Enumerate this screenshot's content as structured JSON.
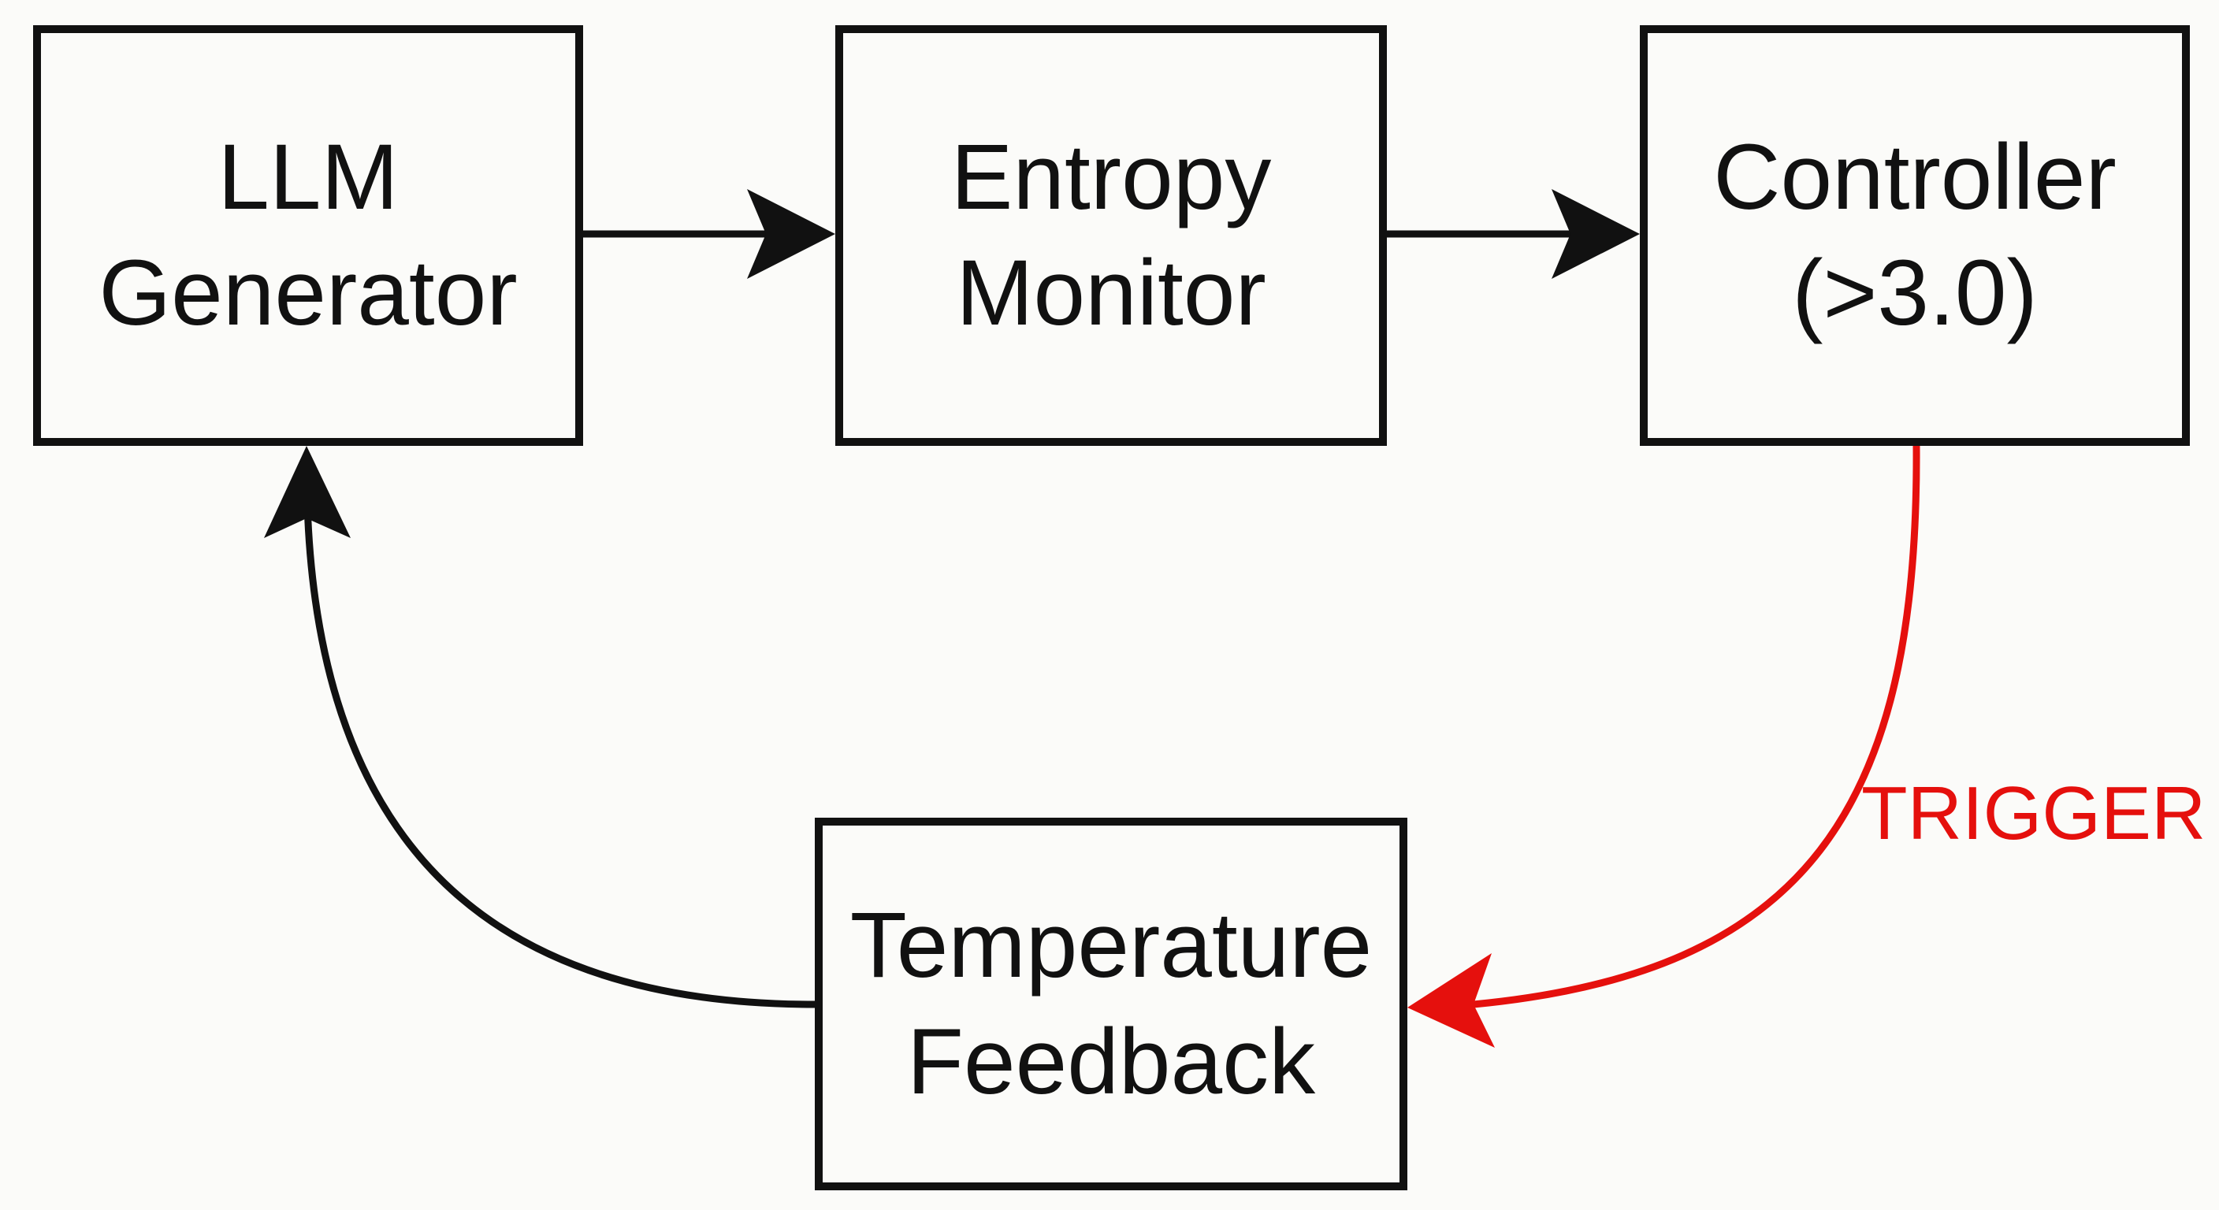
{
  "diagram": {
    "nodes": {
      "llm_generator": {
        "line1": "LLM",
        "line2": "Generator"
      },
      "entropy_monitor": {
        "line1": "Entropy",
        "line2": "Monitor"
      },
      "controller": {
        "line1": "Controller",
        "line2": "(>3.0)"
      },
      "temperature_feedback": {
        "line1": "Temperature",
        "line2": "Feedback"
      }
    },
    "edges": [
      {
        "from": "LLM Generator",
        "to": "Entropy Monitor",
        "label": ""
      },
      {
        "from": "Entropy Monitor",
        "to": "Controller",
        "label": ""
      },
      {
        "from": "Controller",
        "to": "Temperature Feedback",
        "label": "TRIGGER"
      },
      {
        "from": "Temperature Feedback",
        "to": "LLM Generator",
        "label": ""
      }
    ],
    "trigger_label": "TRIGGER"
  },
  "colors": {
    "stroke": "#111111",
    "trigger": "#e5100d",
    "background": "#fbfbf9"
  }
}
